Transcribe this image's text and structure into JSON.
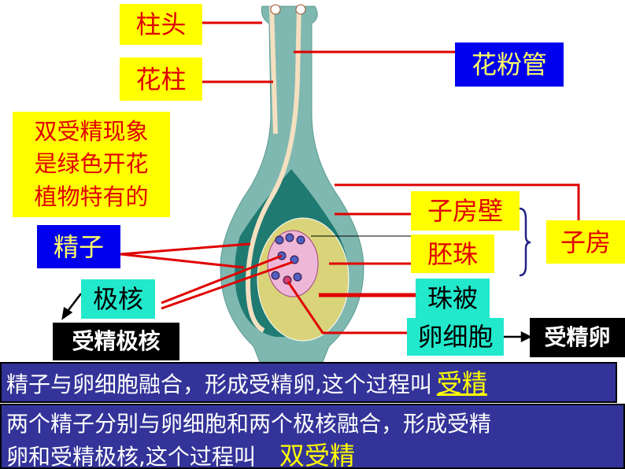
{
  "labels": {
    "stigma": "柱头",
    "style": "花柱",
    "pollen_tube": "花粉管",
    "note": [
      "双受精现象",
      "是绿色开花",
      "植物特有的"
    ],
    "sperm": "精子",
    "polar_nuclei": "极核",
    "fertilized_polar_nuclei": "受精极核",
    "ovary_wall": "子房壁",
    "ovule": "胚珠",
    "ovary": "子房",
    "integument": "珠被",
    "egg_cell": "卵细胞",
    "zygote": "受精卵"
  },
  "statements": [
    {
      "text": "精子与卵细胞融合，形成受精卵,这个过程叫",
      "answer": "受精"
    },
    {
      "text_line1": "两个精子分别与卵细胞和两个极核融合，形成受精",
      "text_line2": "卵和受精极核,这个过程叫",
      "answer": "双受精"
    }
  ],
  "colors": {
    "label_yellow": "#ffff00",
    "label_blue": "#0000ee",
    "label_cyan": "#22e8cc",
    "bar": "#333399",
    "pointer": "#e00000"
  }
}
